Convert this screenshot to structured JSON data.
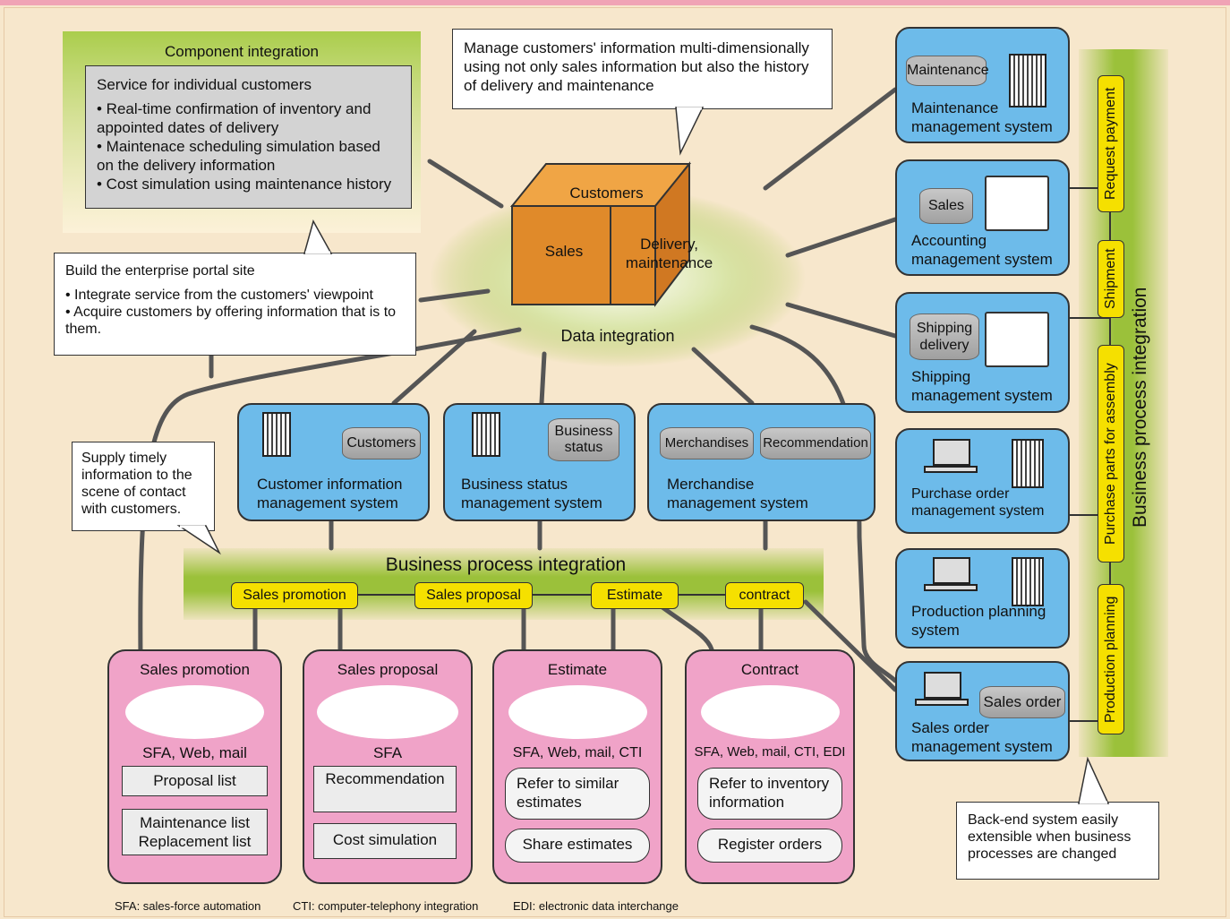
{
  "component_integration": {
    "title": "Component integration",
    "heading": "Service for individual customers",
    "bullets": [
      "• Real-time confirmation of inventory and appointed dates of delivery",
      "• Maintenace scheduling simulation based on the delivery information",
      "• Cost simulation using maintenance history"
    ]
  },
  "callout_top": "Manage customers' information multi-dimensionally using not only sales information but also the history of delivery and maintenance",
  "portal": {
    "heading": "Build the enterprise portal site",
    "bullets": [
      "• Integrate service from the customers' viewpoint",
      "• Acquire customers by offering information that is to them."
    ]
  },
  "supply_callout": "Supply timely information to the scene of contact with customers.",
  "backend_callout": "Back-end system easily extensible when business processes are changed",
  "cube": {
    "top": "Customers",
    "left": "Sales",
    "right": "Delivery, maintenance"
  },
  "data_integration": "Data integration",
  "middle_systems": [
    {
      "db": "Customers",
      "name": "Customer information management system"
    },
    {
      "db": "Business status",
      "name": "Business status management system"
    },
    {
      "db": "Merchandises",
      "db2": "Recommendation",
      "name": "Merchandise management system"
    }
  ],
  "right_systems": [
    {
      "db": "Maintenance",
      "name": "Maintenance management system"
    },
    {
      "db": "Sales",
      "name": "Accounting management system"
    },
    {
      "db": "Shipping delivery",
      "name": "Shipping management system"
    },
    {
      "name": "Purchase order management system"
    },
    {
      "name": "Production planning system"
    },
    {
      "db": "Sales order",
      "name": "Sales order management system"
    }
  ],
  "bpi_bottom": {
    "title": "Business process integration",
    "steps": [
      "Sales promotion",
      "Sales proposal",
      "Estimate",
      "contract"
    ]
  },
  "bpi_right": {
    "title": "Business process integration",
    "steps": [
      "Request payment",
      "Shipment",
      "Purchase parts for assembly",
      "Production planning"
    ]
  },
  "channels": [
    {
      "title": "Sales promotion",
      "tools": "SFA, Web, mail",
      "items": [
        "Proposal list",
        "Maintenance list Replacement list"
      ]
    },
    {
      "title": "Sales proposal",
      "tools": "SFA",
      "items": [
        "Recommendation",
        "Cost simulation"
      ]
    },
    {
      "title": "Estimate",
      "tools": "SFA, Web, mail, CTI",
      "items": [
        "Refer to similar estimates",
        "Share estimates"
      ]
    },
    {
      "title": "Contract",
      "tools": "SFA, Web, mail, CTI, EDI",
      "items": [
        "Refer to inventory information",
        "Register orders"
      ]
    }
  ],
  "footnotes": [
    "SFA: sales-force automation",
    "CTI: computer-telephony integration",
    "EDI: electronic data interchange"
  ],
  "colors": {
    "background": "#f7e7cc",
    "blue": "#6dbbea",
    "pink": "#f0a3c8",
    "green": "#9bc13a",
    "yellow": "#f5e000",
    "cube": "#e08a2a"
  }
}
